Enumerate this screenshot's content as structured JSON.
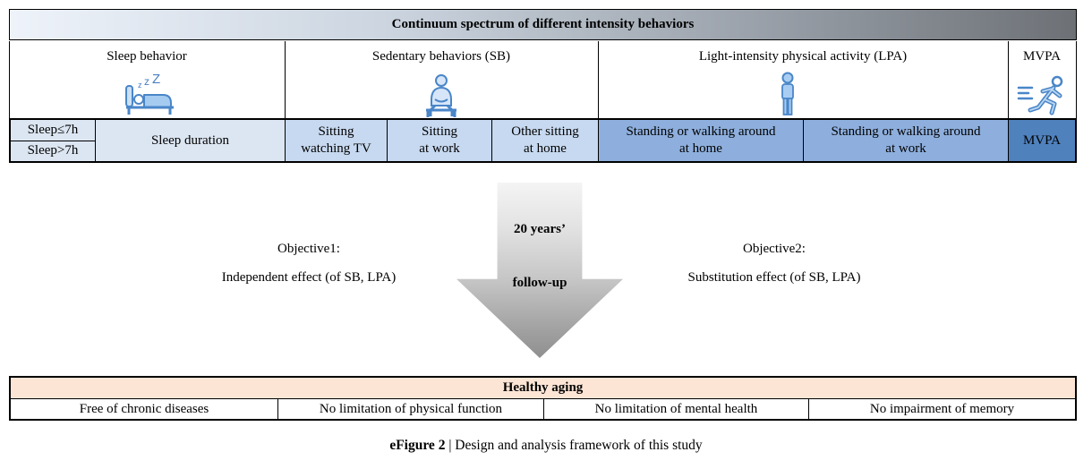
{
  "header": {
    "title": "Continuum spectrum of different intensity behaviors"
  },
  "categories": [
    {
      "label": "Sleep behavior",
      "icon": "sleep-bed-icon"
    },
    {
      "label": "Sedentary behaviors (SB)",
      "icon": "sitting-person-icon"
    },
    {
      "label": "Light-intensity physical activity (LPA)",
      "icon": "standing-person-icon"
    },
    {
      "label": "MVPA",
      "icon": "running-person-icon"
    }
  ],
  "behavior_row": {
    "sleep_le7": "Sleep≤7h",
    "sleep_gt7": "Sleep>7h",
    "sleep_duration": "Sleep duration",
    "sitting_tv": "Sitting\nwatching TV",
    "sitting_work": "Sitting\nat work",
    "other_sitting": "Other sitting\nat home",
    "standing_home": "Standing or walking around\nat home",
    "standing_work": "Standing or walking around\nat work",
    "mvpa": "MVPA"
  },
  "arrow": {
    "line1": "20 years’",
    "line2": "follow-up"
  },
  "objectives": [
    {
      "title": "Objective1:",
      "desc": "Independent effect (of SB, LPA)"
    },
    {
      "title": "Objective2:",
      "desc": "Substitution effect (of SB, LPA)"
    }
  ],
  "healthy_aging": {
    "header": "Healthy aging",
    "cells": [
      "Free of chronic diseases",
      "No limitation of physical function",
      "No limitation of mental health",
      "No impairment of memory"
    ]
  },
  "caption": {
    "bold": "eFigure 2",
    "rest": " | Design and analysis framework of this study"
  },
  "colors": {
    "sleep_cell": "#dce6f2",
    "sitting_cell": "#c7d9f0",
    "standing_cell": "#8eafdd",
    "mvpa_cell": "#4f81bd",
    "healthy_header_bg": "#fce5d5",
    "icon_blue": "#4a86c8"
  }
}
